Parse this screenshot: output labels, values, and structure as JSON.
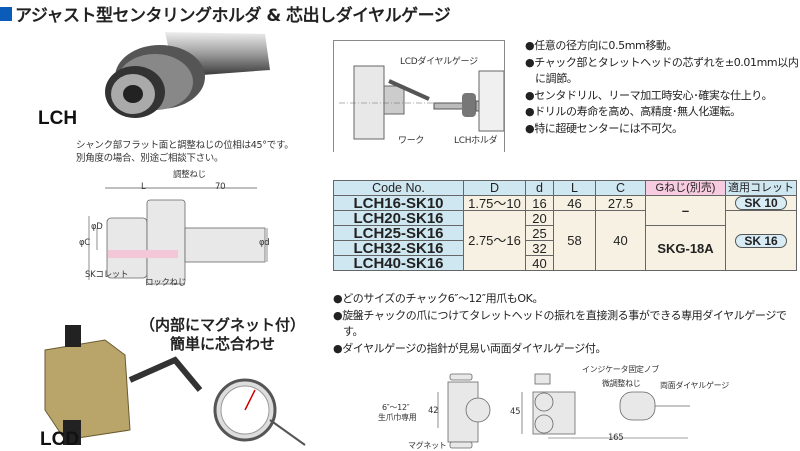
{
  "title": "アジャスト型センタリングホルダ & 芯出しダイヤルゲージ",
  "colors": {
    "title_square": "#0a5cb8",
    "table_header": "#cfe7f0",
    "table_cell": "#f6f1e2",
    "pink_header": "#f7cce0"
  },
  "lch": {
    "label": "LCH",
    "note": [
      "シャンク部フラット面と調整ねじの位相は45°です。",
      "別角度の場合、別途ご相談下さい。"
    ],
    "drawing": {
      "adjust_screw": "調整ねじ",
      "L": "L",
      "len70": "70",
      "phiD": "φD",
      "phiC": "φC",
      "phid": "φd",
      "sk_collet": "SKコレット",
      "lock_screw": "ロックねじ"
    }
  },
  "usage_diagram": {
    "gauge": "LCDダイヤルゲージ",
    "work": "ワーク",
    "holder": "LCHホルダ"
  },
  "lch_features": [
    "●任意の径方向に0.5mm移動。",
    "●チャック部とタレットヘッドの芯ずれを±0.01mm以内に調節。",
    "●センタドリル、リーマ加工時安心･確実な仕上り。",
    "●ドリルの寿命を高め、高精度･無人化運転。",
    "●特に超硬センターには不可欠。"
  ],
  "table": {
    "headers": [
      "Code No.",
      "D",
      "d",
      "L",
      "C",
      "Gねじ(別売)",
      "適用コレット"
    ],
    "codes": [
      "LCH16-SK10",
      "LCH20-SK16",
      "LCH25-SK16",
      "LCH32-SK16",
      "LCH40-SK16"
    ],
    "D": [
      "1.75～10",
      "2.75～16"
    ],
    "d": [
      "16",
      "20",
      "25",
      "32",
      "40"
    ],
    "L": [
      "46",
      "58"
    ],
    "C": [
      "27.5",
      "40"
    ],
    "G": [
      "–",
      "SKG-18A"
    ],
    "collet": [
      "SK 10",
      "SK 16"
    ]
  },
  "lcd": {
    "headline": [
      "（内部にマグネット付）",
      "簡単に芯合わせ"
    ],
    "label": "LCD",
    "features": [
      "●どのサイズのチャック6″～12″用爪もOK。",
      "●旋盤チャックの爪につけてタレットヘッドの振れを直接測る事ができる専用ダイヤルゲージです。",
      "●ダイヤルゲージの指針が見易い両面ダイヤルゲージ付。"
    ],
    "drawing": {
      "size_range": "6″～12″",
      "jaw": "生爪巾専用",
      "dim42": "42",
      "magnet": "マグネット",
      "knob": "インジケータ固定ノブ",
      "fine": "微調整ねじ",
      "gauge": "両面ダイヤルゲージ",
      "dim45": "45",
      "dim165": "165"
    }
  }
}
